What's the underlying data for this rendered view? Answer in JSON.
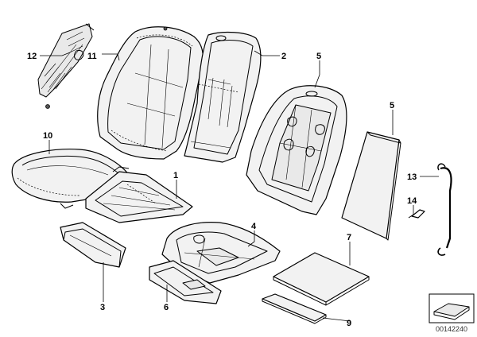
{
  "callouts": {
    "c1": "1",
    "c2": "2",
    "c3": "3",
    "c4": "4",
    "c5a": "5",
    "c5b": "5",
    "c6": "6",
    "c7": "7",
    "c9": "9",
    "c10": "10",
    "c11": "11",
    "c12": "12",
    "c13": "13",
    "c14": "14"
  },
  "reference_number": "00142240"
}
